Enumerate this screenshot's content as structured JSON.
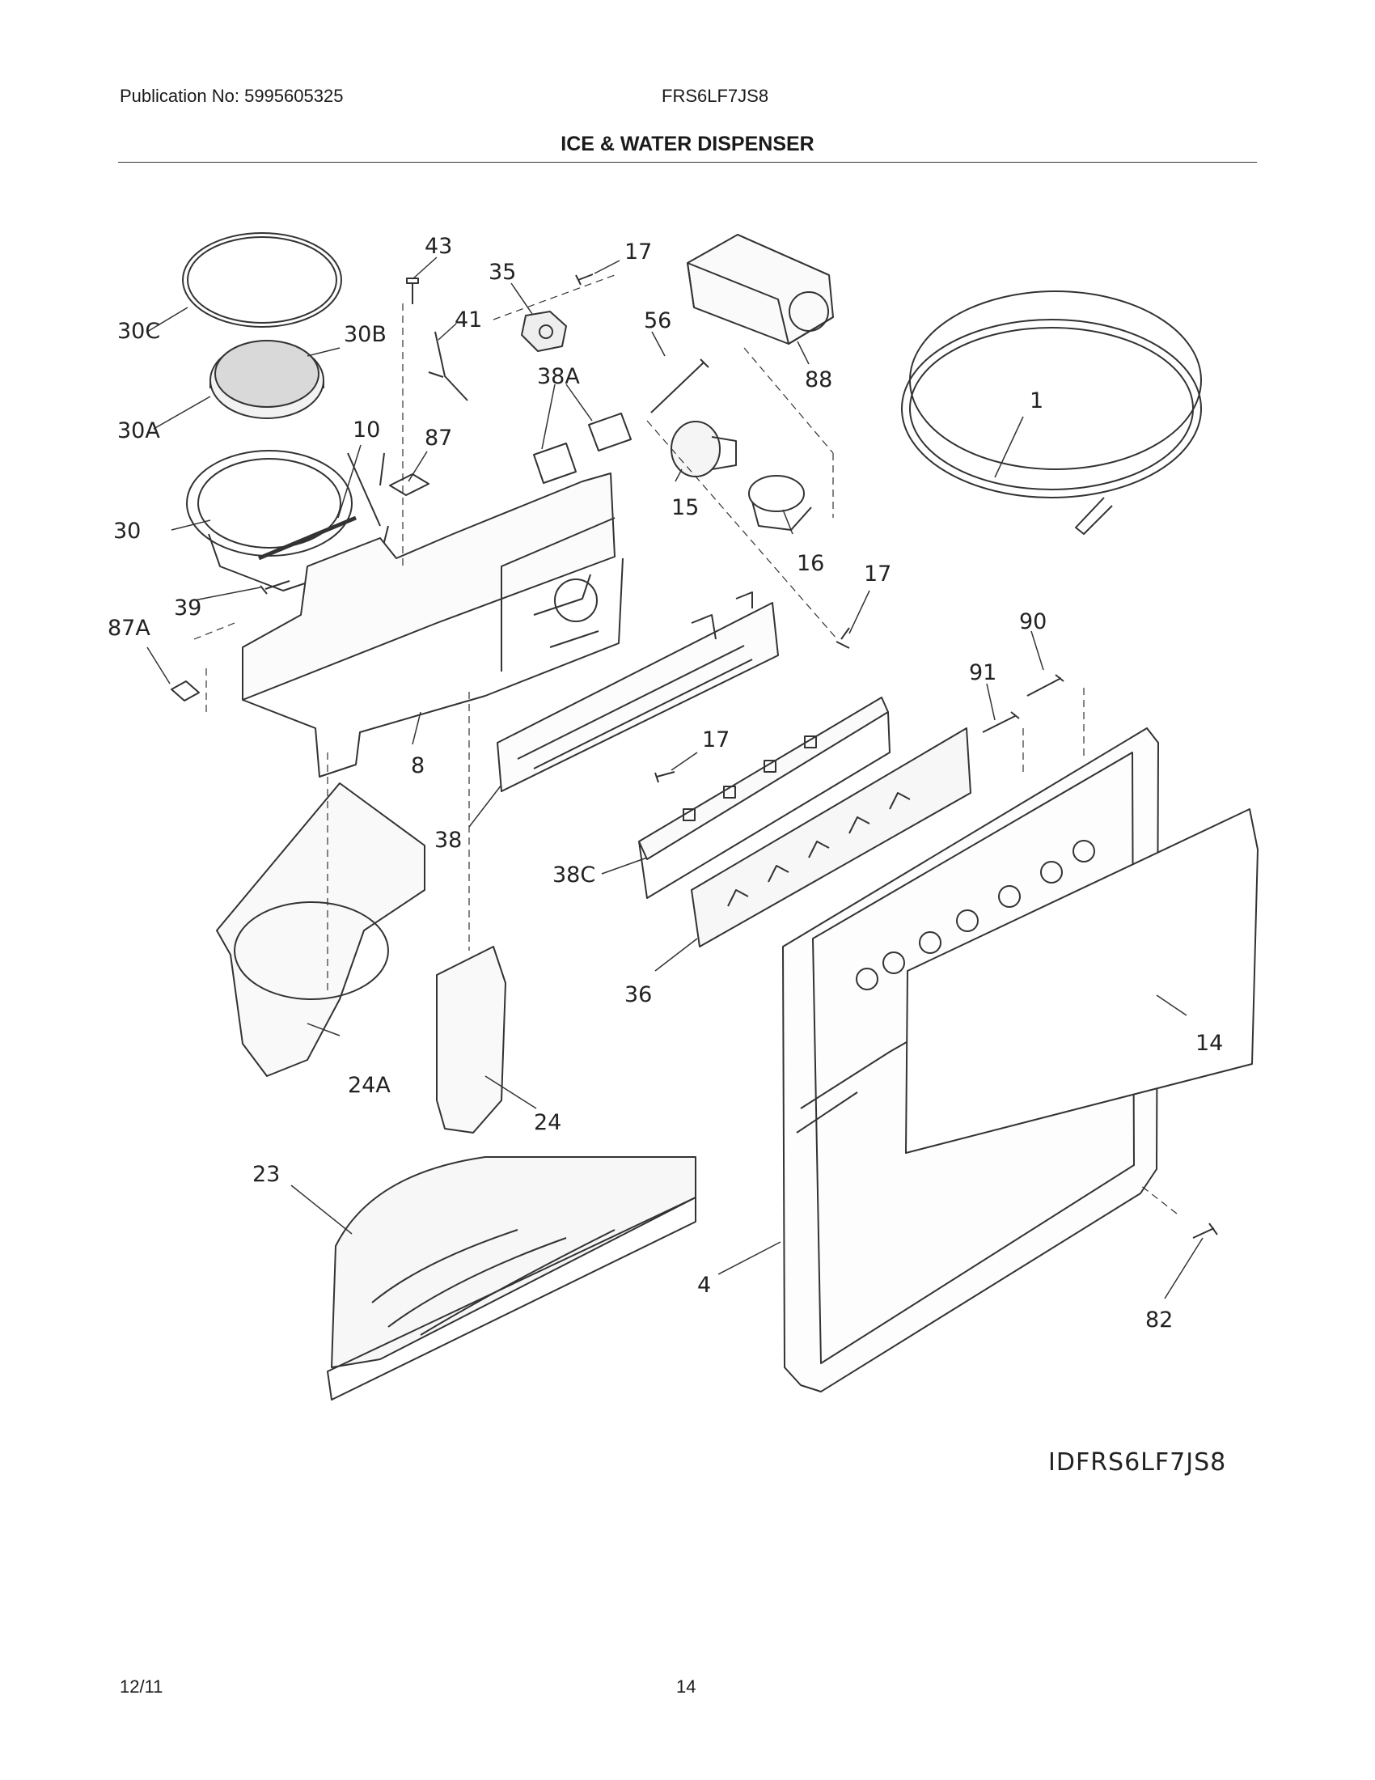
{
  "header": {
    "publication": "Publication No: 5995605325",
    "model": "FRS6LF7JS8",
    "title": "ICE & WATER DISPENSER"
  },
  "diagram": {
    "id": "IDFRS6LF7JS8",
    "part_labels": [
      "43",
      "17",
      "35",
      "41",
      "56",
      "88",
      "30C",
      "30B",
      "30A",
      "1",
      "38A",
      "10",
      "87",
      "15",
      "16",
      "30",
      "39",
      "17",
      "87A",
      "90",
      "91",
      "8",
      "17",
      "38",
      "38C",
      "36",
      "24A",
      "24",
      "14",
      "23",
      "4",
      "82"
    ]
  },
  "footer": {
    "date": "12/11",
    "page": "14"
  }
}
